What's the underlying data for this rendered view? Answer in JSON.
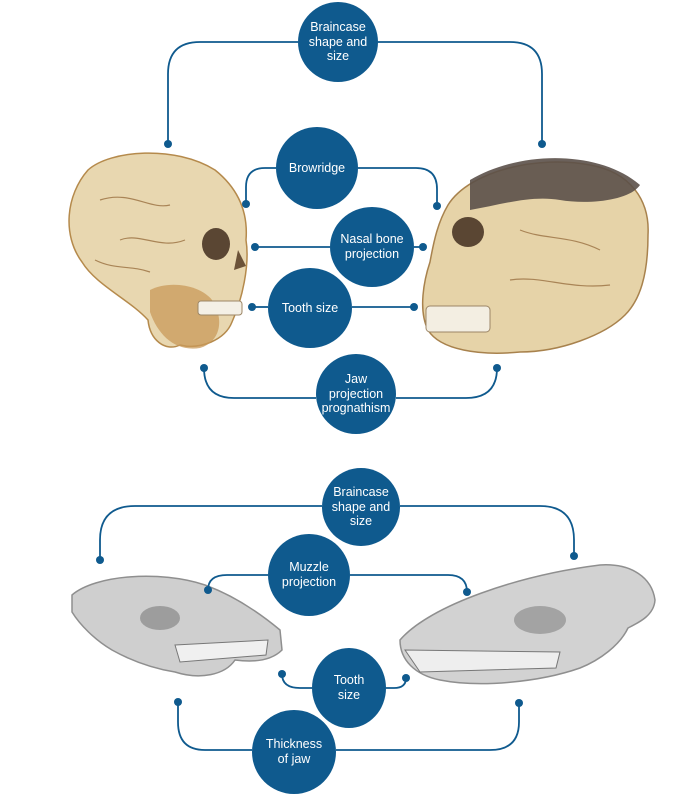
{
  "colors": {
    "accent": "#0f5a8e",
    "background": "#ffffff",
    "hominin_skull": "#e8d7b0",
    "hominin_shadow": "#b58a4c",
    "canid_skull": "#cfcfcf",
    "canid_shadow": "#8f8f8f"
  },
  "hominin_comparison": {
    "left_skull": "modern-human-skull-illustration",
    "right_skull": "archaic-hominin-skull-illustration",
    "traits": [
      {
        "label": "Braincase\nshape and\nsize"
      },
      {
        "label": "Browridge"
      },
      {
        "label": "Nasal bone\nprojection"
      },
      {
        "label": "Tooth size"
      },
      {
        "label": "Jaw\nprojection\nprognathism"
      }
    ]
  },
  "canid_comparison": {
    "left_skull": "dog-skull-photo",
    "right_skull": "wolf-skull-photo",
    "traits": [
      {
        "label": "Braincase\nshape and\nsize"
      },
      {
        "label": "Muzzle\nprojection"
      },
      {
        "label": "Tooth\nsize"
      },
      {
        "label": "Thickness\nof jaw"
      }
    ]
  }
}
